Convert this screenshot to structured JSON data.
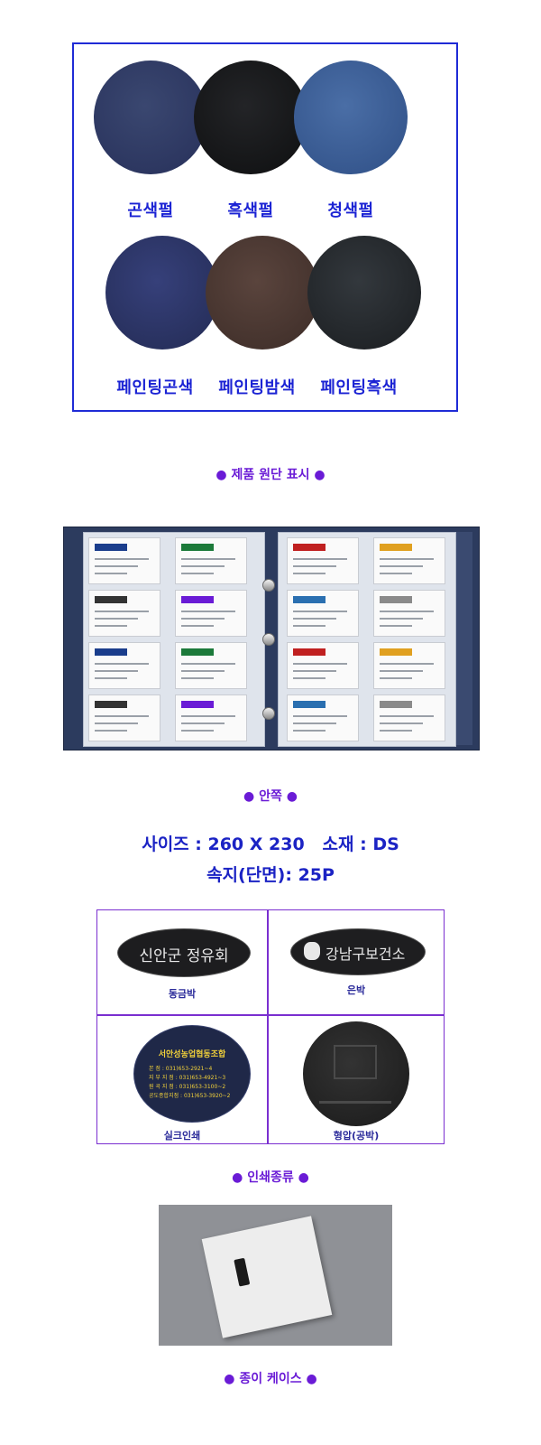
{
  "swatches": {
    "row1": [
      {
        "label": "곤색펄",
        "color": "#2e3a63"
      },
      {
        "label": "흑색펄",
        "color": "#151618"
      },
      {
        "label": "청색펄",
        "color": "#3a5d93"
      }
    ],
    "row2": [
      {
        "label": "페인팅곤색",
        "color": "#2b3560"
      },
      {
        "label": "페인팅밤색",
        "color": "#4a3731"
      },
      {
        "label": "페인팅흑색",
        "color": "#24282c"
      }
    ]
  },
  "sections": {
    "fabric": "● 제품 원단 표시 ●",
    "inside": "● 안쪽 ●",
    "print_types": "● 인쇄종류 ●",
    "paper_case": "● 종이 케이스 ●"
  },
  "specs": {
    "size_material": "사이즈 : 260 X 230   소재 : DS",
    "inner_sheets": "속지(단면): 25P"
  },
  "print_types": [
    {
      "label": "동금박",
      "text": "신안군 정유회",
      "bg": "#1d1d1f",
      "fg": "#e8e8e8"
    },
    {
      "label": "은박",
      "text": "강남구보건소",
      "bg": "#1e1e20",
      "fg": "#e8e8e8"
    },
    {
      "label": "실크인쇄",
      "title": "서안성농업협동조합",
      "bg": "#1f2848",
      "fg": "#f3d23a",
      "lines": [
        "본   점 : 031)653-2921~4",
        "지 부 지 점 : 031)653-4921~3",
        "원 곡 지 점 : 031)653-3100~2",
        "공도종합지점 : 031)653-3920~2"
      ]
    },
    {
      "label": "형압(공박)",
      "bg": "#242424"
    }
  ],
  "colors": {
    "accent_blue": "#1b23d4",
    "accent_purple": "#6a1bd6"
  }
}
